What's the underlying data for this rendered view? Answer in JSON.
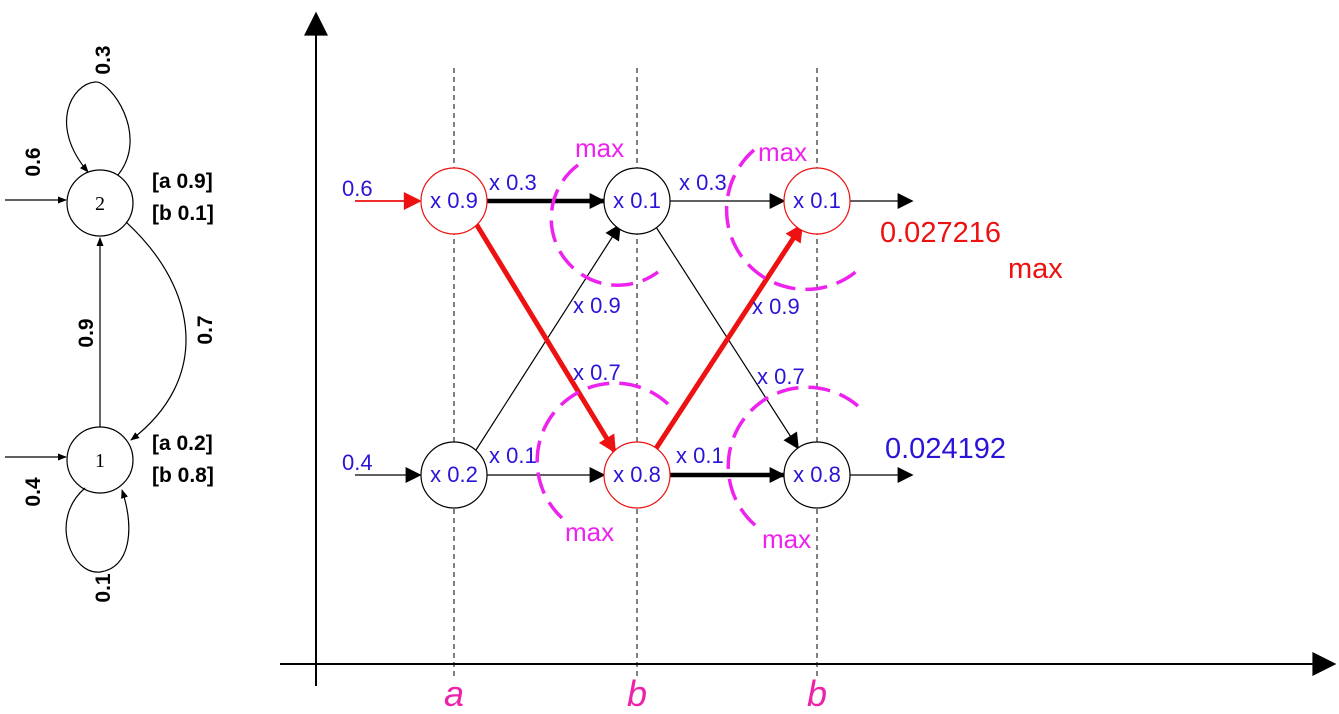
{
  "state_machine": {
    "states": [
      {
        "id": "2",
        "emissions": [
          "[a 0.9]",
          "[b 0.1]"
        ],
        "initial_prob": "0.6",
        "self_loop": "0.3"
      },
      {
        "id": "1",
        "emissions": [
          "[a 0.2]",
          "[b 0.8]"
        ],
        "initial_prob": "0.4",
        "self_loop": "0.1"
      }
    ],
    "transition_1_to_2": "0.9",
    "transition_2_to_1": "0.7"
  },
  "trellis": {
    "observations": [
      "a",
      "b",
      "b"
    ],
    "init_top": "0.6",
    "init_bottom": "0.4",
    "nodes": [
      {
        "label": "x 0.9",
        "highlight": true
      },
      {
        "label": "x 0.1",
        "highlight": false
      },
      {
        "label": "x 0.1",
        "highlight": true
      },
      {
        "label": "x 0.2",
        "highlight": false
      },
      {
        "label": "x 0.8",
        "highlight": true
      },
      {
        "label": "x 0.8",
        "highlight": false
      }
    ],
    "edge_labels": [
      "x 0.3",
      "x 0.3",
      "x 0.1",
      "x 0.1",
      "x 0.9",
      "x 0.7",
      "x 0.9",
      "x 0.7"
    ],
    "max_label": "max",
    "result_top": "0.027216",
    "result_top_note": "max",
    "result_bottom": "0.024192",
    "colors": {
      "highlight": "#ee1111",
      "text": "#2a14d8",
      "max": "#ee22ee",
      "observation": "#ee22aa"
    }
  }
}
